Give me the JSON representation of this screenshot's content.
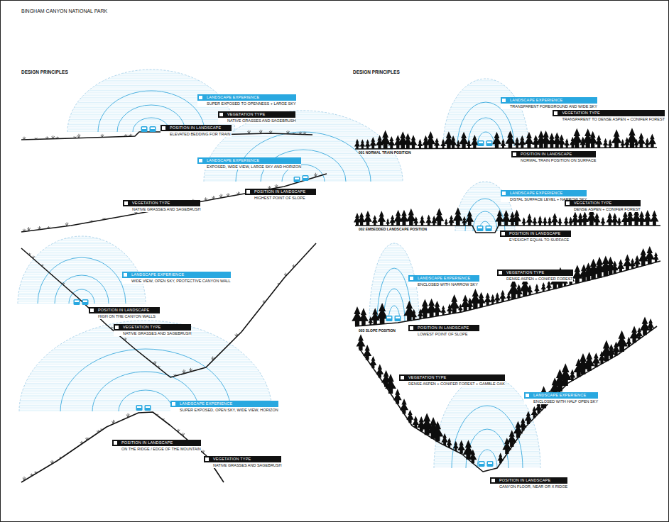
{
  "diagram": {
    "title": "BINGHAM CANYON NATIONAL PARK",
    "nodes": [
      {
        "text": [
          "LANDSCAPE EXPERIENCE",
          "SUPER EXPOSED TO OPENNESS + LARGE SKY"
        ]
      },
      {
        "text": [
          "VEGETATION TYPE",
          "NATIVE GRASSES AND SAGEBRUSH"
        ]
      },
      {
        "text": [
          "POSITION IN LANDSCAPE",
          "ELEVATED BEDDING FOR TRAIN"
        ]
      },
      {
        "text": [
          "LANDSCAPE EXPERIENCE",
          "EXPOSED, WIDE VIEW, LARGE SKY AND HORIZON"
        ]
      },
      {
        "text": [
          "VEGETATION TYPE",
          "NATIVE GRASSES AND SAGEBRUSH"
        ]
      },
      {
        "text": [
          "POSITION IN LANDSCAPE",
          "HIGHEST POINT OF SLOPE"
        ]
      },
      {
        "text": [
          "LANDSCAPE EXPERIENCE",
          "WIDE VIEW, OPEN SKY, PROTECTIVE CANYON WALL"
        ]
      },
      {
        "text": [
          "POSITION IN LANDSCAPE",
          "HIGH ON THE CANYON WALLS"
        ]
      },
      {
        "text": [
          "VEGETATION TYPE",
          "NATIVE GRASSES AND SAGEBRUSH"
        ]
      },
      {
        "text": [
          "LANDSCAPE EXPERIENCE",
          "SUPER EXPOSED, OPEN SKY, WIDE VIEW, HORIZON"
        ]
      },
      {
        "text": [
          "POSITION IN LANDSCAPE",
          "ON THE RIDGE / EDGE OF THE MOUNTAIN"
        ]
      },
      {
        "text": [
          "VEGETATION TYPE",
          "NATIVE GRASSES AND SAGEBRUSH"
        ]
      },
      {
        "text": [
          "LANDSCAPE EXPERIENCE",
          "TRANSPARENT FOREGROUND AND WIDE SKY"
        ]
      },
      {
        "text": [
          "VEGETATION TYPE",
          "TRANSPARENT TO DENSE ASPEN + CONIFER FOREST"
        ]
      },
      {
        "text": [
          "POSITION IN LANDSCAPE",
          "NORMAL TRAIN POSITION ON SURFACE"
        ]
      },
      {
        "text": [
          "LANDSCAPE EXPERIENCE",
          "DISTAL SURFACE LEVEL + NARROW SKY"
        ]
      },
      {
        "text": [
          "VEGETATION TYPE",
          "DENSE ASPEN + CONIFER FOREST"
        ]
      },
      {
        "text": [
          "POSITION IN LANDSCAPE",
          "EYESIGHT EQUAL TO SURFACE"
        ]
      },
      {
        "text": [
          "LANDSCAPE EXPERIENCE",
          "ENCLOSED WITH NARROW SKY"
        ]
      },
      {
        "text": [
          "VEGETATION TYPE",
          "DENSE ASPEN + CONIFER FOREST"
        ]
      },
      {
        "text": [
          "POSITION IN LANDSCAPE",
          "LOWEST POINT OF SLOPE"
        ]
      },
      {
        "text": [
          "VEGETATION TYPE",
          "DENSE ASPEN + CONIFER FOREST + GAMBLE OAK"
        ]
      },
      {
        "text": [
          "LANDSCAPE EXPERIENCE",
          "ENCLOSED WITH HALF OPEN SKY"
        ]
      },
      {
        "text": [
          "POSITION IN LANDSCAPE",
          "CANYON FLOOR, NEAR OR X RIDGE"
        ]
      }
    ],
    "labels": [
      "DESIGN PRINCIPLES",
      "DESIGN PRINCIPLES",
      "001 NORMAL TRAIN POSITION",
      "002 EMBEDDED LANDSCAPE POSITION",
      "003 SLOPE POSITION"
    ]
  }
}
